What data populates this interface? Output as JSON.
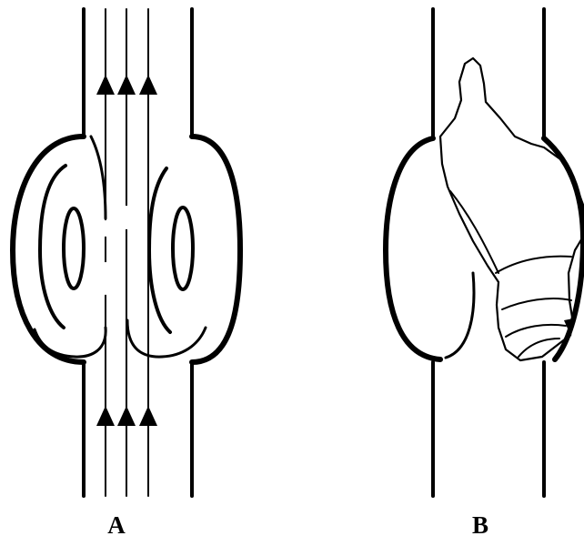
{
  "colors": {
    "background": "#ffffff",
    "ink": "#000000"
  },
  "panels": [
    {
      "id": "A",
      "label": "A"
    },
    {
      "id": "B",
      "label": "B"
    }
  ]
}
